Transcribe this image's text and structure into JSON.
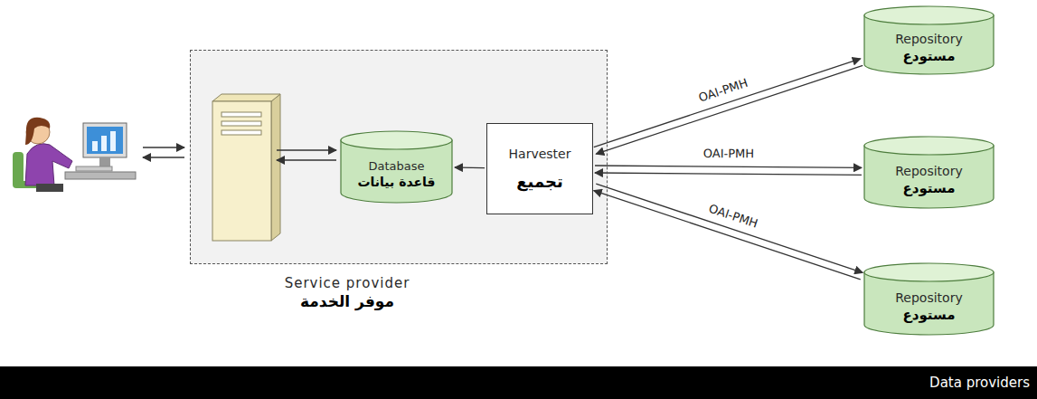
{
  "diagram": {
    "nodes": [
      {
        "text": [
          "Service provider",
          "موفر الخدمة"
        ]
      },
      {
        "text": [
          "Database",
          "قاعدة بيانات"
        ],
        "in": 0
      },
      {
        "text": [
          "Harvester",
          "تجميع"
        ],
        "in": 0
      },
      {
        "text": [
          "Repository",
          "مستودع"
        ]
      },
      {
        "text": [
          "Repository",
          "مستودع"
        ]
      },
      {
        "text": [
          "Repository",
          "مستودع"
        ]
      }
    ],
    "edges": [
      {
        "from": 2,
        "to": 1,
        "arrow": "to"
      },
      {
        "from": 2,
        "to": 3,
        "arrow": "to",
        "label": "OAI-PMH"
      },
      {
        "from": 3,
        "to": 2,
        "arrow": "to"
      },
      {
        "from": 2,
        "to": 4,
        "arrow": "to",
        "label": "OAI-PMH"
      },
      {
        "from": 4,
        "to": 2,
        "arrow": "to"
      },
      {
        "from": 2,
        "to": 5,
        "arrow": "to",
        "label": "OAI-PMH"
      },
      {
        "from": 5,
        "to": 2,
        "arrow": "to"
      }
    ],
    "labels": [
      "Data providers"
    ]
  }
}
